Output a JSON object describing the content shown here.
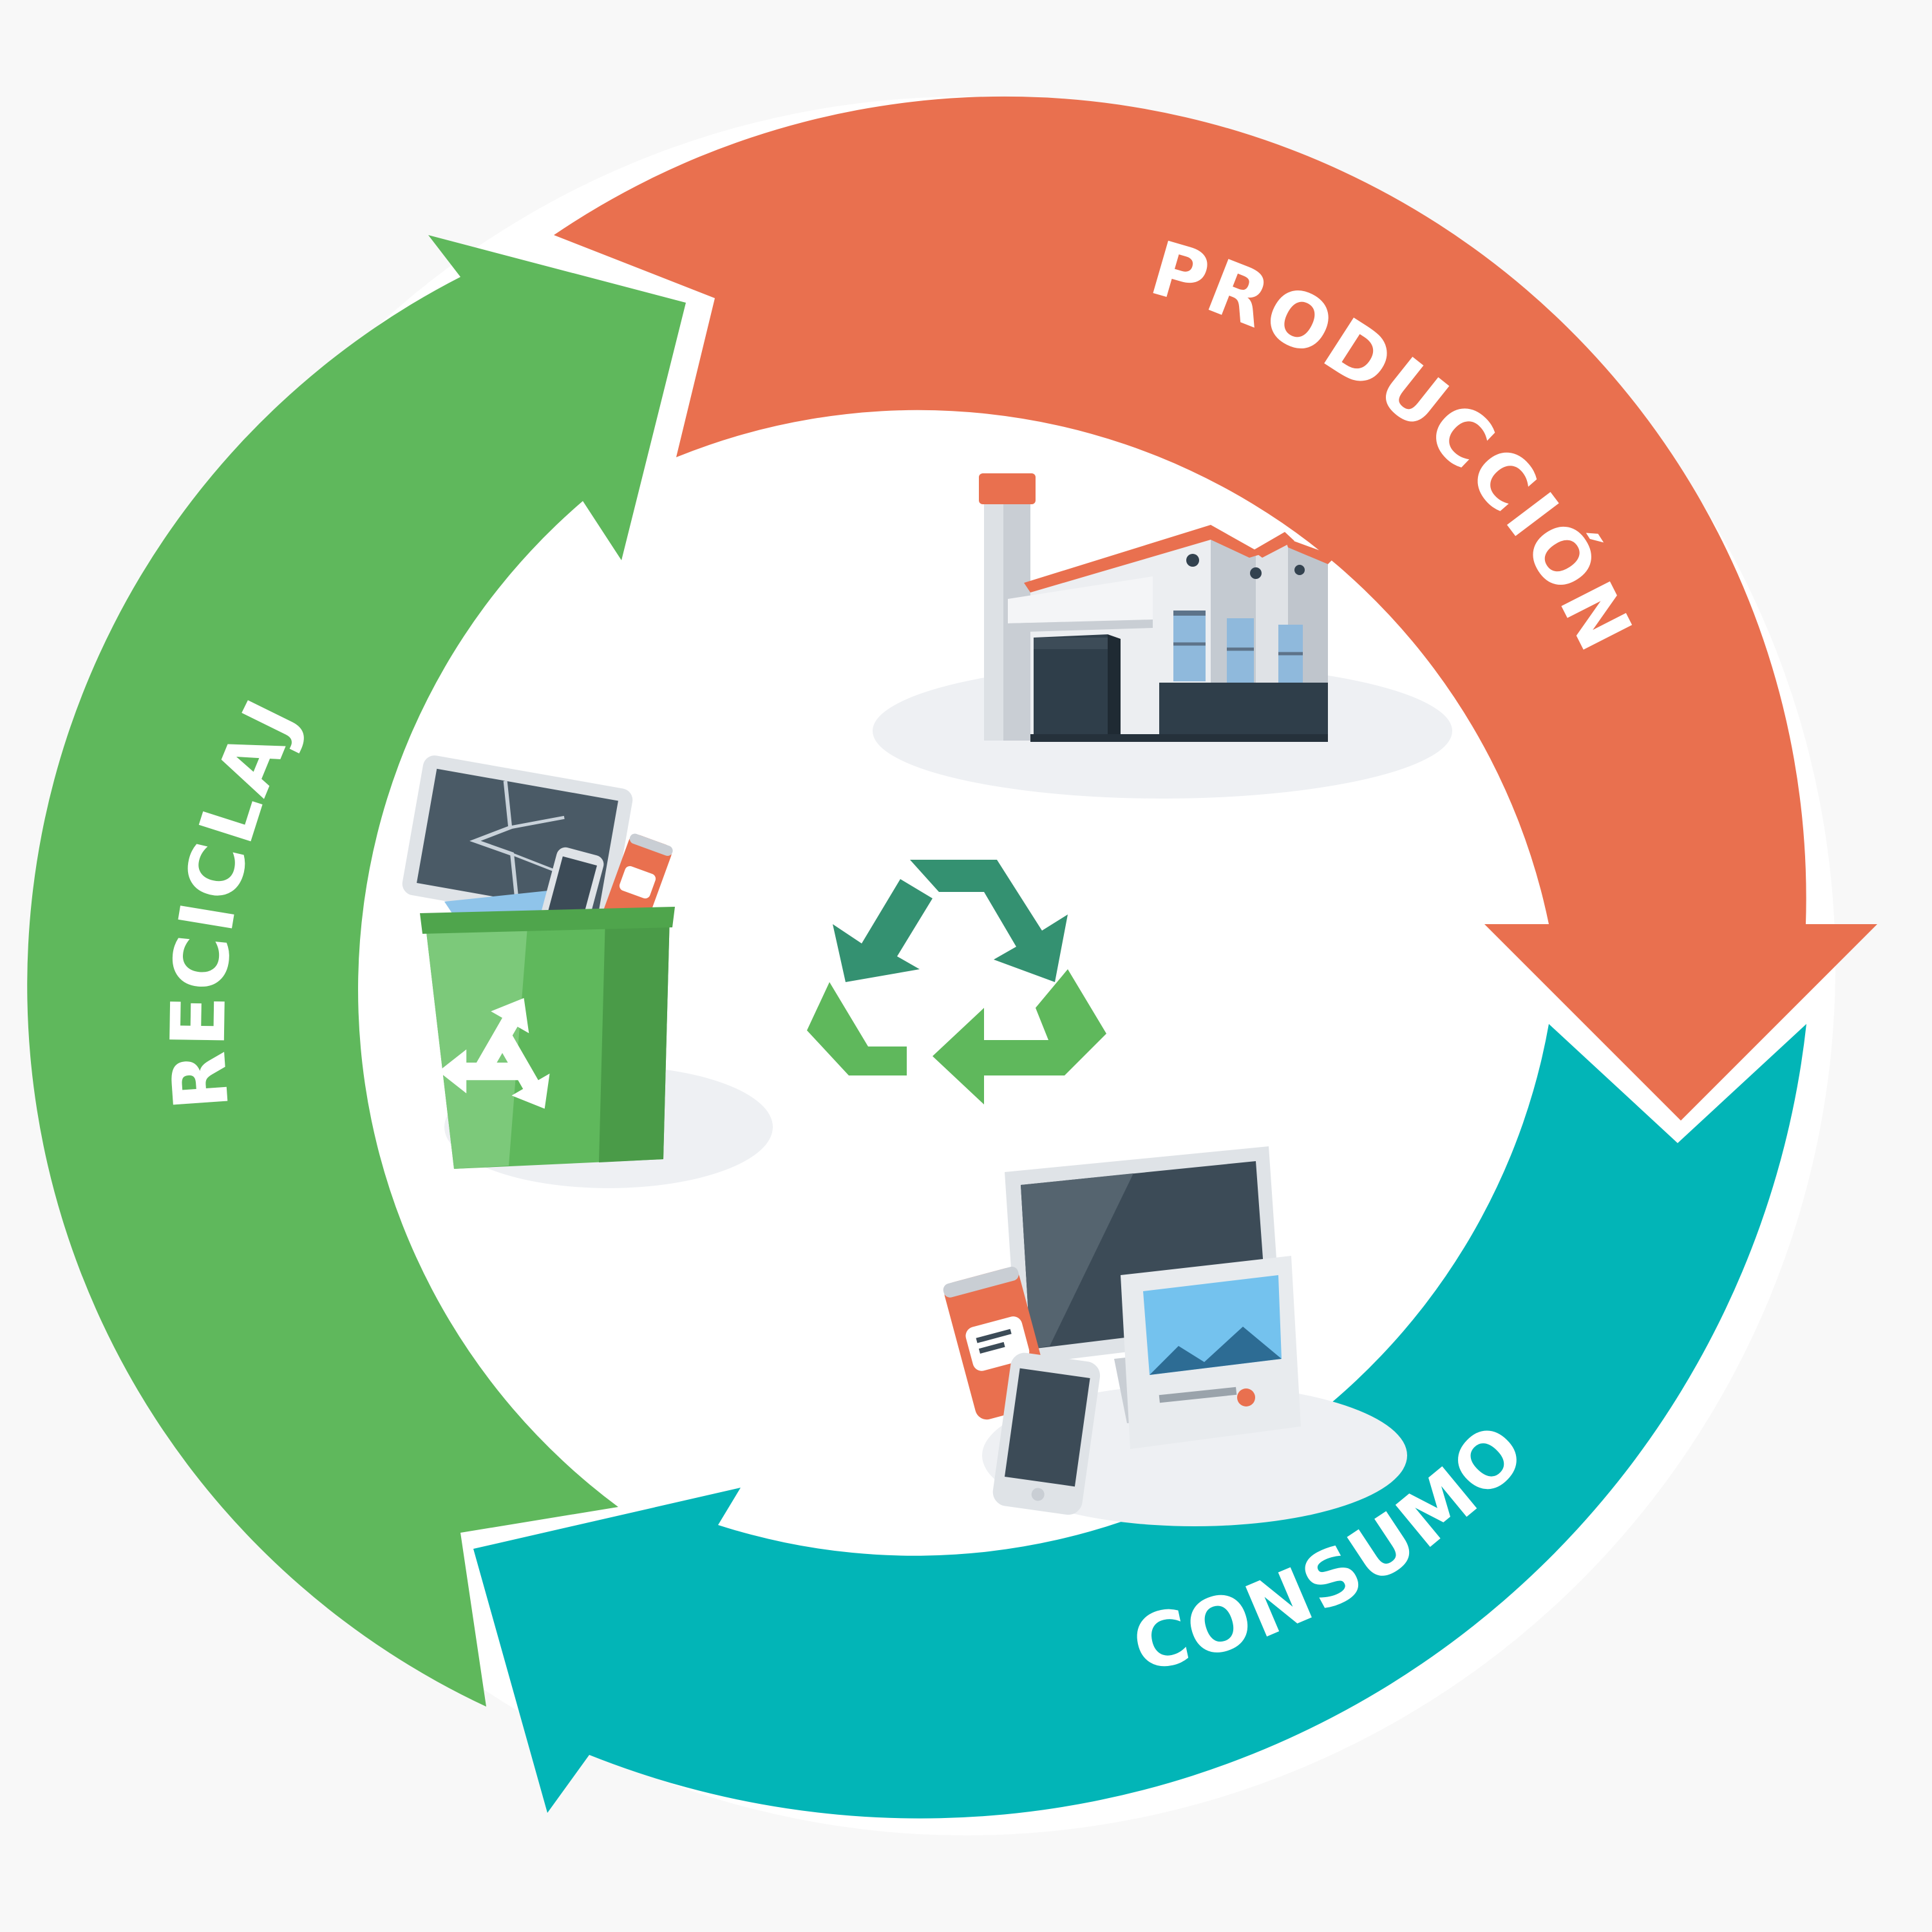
{
  "stages": [
    {
      "id": "produccion",
      "label": "PRODUCCIÓN",
      "color": "#e9704f"
    },
    {
      "id": "consumo",
      "label": "CONSUMO",
      "color": "#02b5b7"
    },
    {
      "id": "reciclaje",
      "label": "RECICLAJE",
      "color": "#5fb85c"
    }
  ],
  "colors": {
    "background": "#f8f8f8",
    "disc": "#ffffff",
    "label_text": "#ffffff",
    "recycle_symbol_dark": "#349171",
    "recycle_symbol_light": "#5fb85c"
  },
  "icons": {
    "produccion": "factory-icon",
    "consumo": "consumer-products-icon",
    "reciclaje": "recycle-bin-icon",
    "center": "recycle-symbol-icon"
  }
}
